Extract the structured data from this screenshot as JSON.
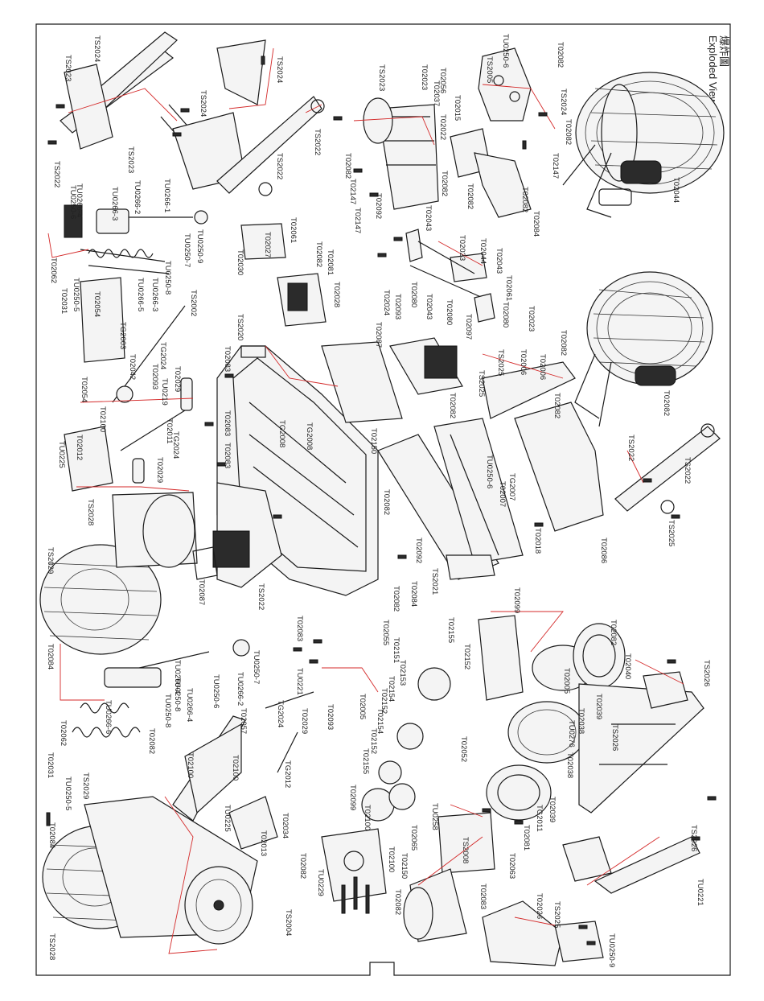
{
  "title": {
    "en": "Exploded View",
    "cn": "爆炸圖"
  },
  "colors": {
    "line": "#1a1a1a",
    "leader": "#d42a2a",
    "paper": "#ffffff"
  },
  "labels": [
    {
      "id": "l1",
      "text": "TS2024"
    },
    {
      "id": "l2",
      "text": "TS2023"
    },
    {
      "id": "l3",
      "text": "TS2023"
    },
    {
      "id": "l4",
      "text": "TS2022"
    },
    {
      "id": "l5",
      "text": "TS2024"
    },
    {
      "id": "l6",
      "text": "TS2024"
    },
    {
      "id": "l7",
      "text": "TS2022"
    },
    {
      "id": "l8",
      "text": "TS2022"
    },
    {
      "id": "l9",
      "text": "TU0250-9"
    },
    {
      "id": "l10",
      "text": "TU0266-1"
    },
    {
      "id": "l11",
      "text": "TU0266-2"
    },
    {
      "id": "l12",
      "text": "TU0266-3"
    },
    {
      "id": "l13",
      "text": "TU0266-4"
    },
    {
      "id": "l14",
      "text": "TU0250-6"
    },
    {
      "id": "l15",
      "text": "TU0250-7"
    },
    {
      "id": "l16",
      "text": "TU0250-8"
    },
    {
      "id": "l17",
      "text": "T02062"
    },
    {
      "id": "l18",
      "text": "T02031"
    },
    {
      "id": "l19",
      "text": "TU0250-5"
    },
    {
      "id": "l20",
      "text": "TU0266-5"
    },
    {
      "id": "l21",
      "text": "TU0266-3"
    },
    {
      "id": "l22",
      "text": "T02054"
    },
    {
      "id": "l23",
      "text": "TG2003"
    },
    {
      "id": "l24",
      "text": "TS2002"
    },
    {
      "id": "l25",
      "text": "TG2024"
    },
    {
      "id": "l26",
      "text": "T02029"
    },
    {
      "id": "l27",
      "text": "T02042"
    },
    {
      "id": "l28",
      "text": "T02093"
    },
    {
      "id": "l29",
      "text": "TU0219"
    },
    {
      "id": "l30",
      "text": "T02054"
    },
    {
      "id": "l31",
      "text": "T02100"
    },
    {
      "id": "l32",
      "text": "T02012"
    },
    {
      "id": "l33",
      "text": "TU0225"
    },
    {
      "id": "l34",
      "text": "T02011"
    },
    {
      "id": "l35",
      "text": "TG2024"
    },
    {
      "id": "l36",
      "text": "T02029"
    },
    {
      "id": "l37",
      "text": "TS2028"
    },
    {
      "id": "l38",
      "text": "TS2029"
    },
    {
      "id": "l39",
      "text": "T02084"
    },
    {
      "id": "l40",
      "text": "T02027"
    },
    {
      "id": "l41",
      "text": "T02061"
    },
    {
      "id": "l42",
      "text": "T02030"
    },
    {
      "id": "l43",
      "text": "T02081"
    },
    {
      "id": "l44",
      "text": "T02082"
    },
    {
      "id": "l45",
      "text": "T02028"
    },
    {
      "id": "l46",
      "text": "TS2020"
    },
    {
      "id": "l47",
      "text": "T02083"
    },
    {
      "id": "l48",
      "text": "TG2008"
    },
    {
      "id": "l49",
      "text": "TG2008"
    },
    {
      "id": "l50",
      "text": "T02083"
    },
    {
      "id": "l51",
      "text": "T02083"
    },
    {
      "id": "l52",
      "text": "T02087"
    },
    {
      "id": "l53",
      "text": "TS2022"
    },
    {
      "id": "l54",
      "text": "T02023"
    },
    {
      "id": "l55",
      "text": "T02056"
    },
    {
      "id": "l56",
      "text": "T02037"
    },
    {
      "id": "l57",
      "text": "T02015"
    },
    {
      "id": "l58",
      "text": "TS2023"
    },
    {
      "id": "l59",
      "text": "T02022"
    },
    {
      "id": "l60",
      "text": "T02082"
    },
    {
      "id": "l61",
      "text": "T02147"
    },
    {
      "id": "l62",
      "text": "T02147"
    },
    {
      "id": "l63",
      "text": "T02082"
    },
    {
      "id": "l64",
      "text": "T02092"
    },
    {
      "id": "l65",
      "text": "T02082"
    },
    {
      "id": "l66",
      "text": "TS2005"
    },
    {
      "id": "l67",
      "text": "TU0250-6"
    },
    {
      "id": "l68",
      "text": "T02082"
    },
    {
      "id": "l69",
      "text": "TS2024"
    },
    {
      "id": "l70",
      "text": "T02082"
    },
    {
      "id": "l71",
      "text": "T02147"
    },
    {
      "id": "l72",
      "text": "T02082"
    },
    {
      "id": "l73",
      "text": "T02084"
    },
    {
      "id": "l74",
      "text": "T02044"
    },
    {
      "id": "l75",
      "text": "T02043"
    },
    {
      "id": "l76",
      "text": "T02023"
    },
    {
      "id": "l77",
      "text": "T02044"
    },
    {
      "id": "l78",
      "text": "T02024"
    },
    {
      "id": "l79",
      "text": "T02093"
    },
    {
      "id": "l80",
      "text": "T02080"
    },
    {
      "id": "l81",
      "text": "T02043"
    },
    {
      "id": "l82",
      "text": "T02080"
    },
    {
      "id": "l83",
      "text": "T02043"
    },
    {
      "id": "l84",
      "text": "T02061"
    },
    {
      "id": "l85",
      "text": "T02080"
    },
    {
      "id": "l86",
      "text": "T02023"
    },
    {
      "id": "l87",
      "text": "T02097"
    },
    {
      "id": "l88",
      "text": "T02087"
    },
    {
      "id": "l89",
      "text": "T02082"
    },
    {
      "id": "l90",
      "text": "T02082"
    },
    {
      "id": "l91",
      "text": "TS2025"
    },
    {
      "id": "l92",
      "text": "T02006"
    },
    {
      "id": "l93",
      "text": "T02006"
    },
    {
      "id": "l94",
      "text": "T02082"
    },
    {
      "id": "l95",
      "text": "TS2025"
    },
    {
      "id": "l96",
      "text": "TS2022"
    },
    {
      "id": "l97",
      "text": "TS2022"
    },
    {
      "id": "l98",
      "text": "TS2025"
    },
    {
      "id": "l99",
      "text": "T02086"
    },
    {
      "id": "l100",
      "text": "TU0250-6"
    },
    {
      "id": "l101",
      "text": "TG2007"
    },
    {
      "id": "l102",
      "text": "T02007"
    },
    {
      "id": "l103",
      "text": "TS2021"
    },
    {
      "id": "l104",
      "text": "T02018"
    },
    {
      "id": "l105",
      "text": "T02082"
    },
    {
      "id": "l106",
      "text": "T02092"
    },
    {
      "id": "l107",
      "text": "T02082"
    },
    {
      "id": "l108",
      "text": "T02084"
    },
    {
      "id": "l109",
      "text": "T02082"
    },
    {
      "id": "l110",
      "text": "T02150"
    },
    {
      "id": "l111",
      "text": "T02099"
    },
    {
      "id": "l112",
      "text": "T02155"
    },
    {
      "id": "l113",
      "text": "T02152"
    },
    {
      "id": "l114",
      "text": "T02153"
    },
    {
      "id": "l115",
      "text": "T02152"
    },
    {
      "id": "l116",
      "text": "T02154"
    },
    {
      "id": "l117",
      "text": "T02154"
    },
    {
      "id": "l118",
      "text": "T02152"
    },
    {
      "id": "l119",
      "text": "T02155"
    },
    {
      "id": "l120",
      "text": "T02099"
    },
    {
      "id": "l121",
      "text": "T02100"
    },
    {
      "id": "l122",
      "text": "T02052"
    },
    {
      "id": "l123",
      "text": "TU0258"
    },
    {
      "id": "l124",
      "text": "T02065"
    },
    {
      "id": "l125",
      "text": "T02100"
    },
    {
      "id": "l126",
      "text": "T02150"
    },
    {
      "id": "l127",
      "text": "T02082"
    },
    {
      "id": "l128",
      "text": "T02082"
    },
    {
      "id": "l129",
      "text": "TU0229"
    },
    {
      "id": "l130",
      "text": "T02083"
    },
    {
      "id": "l131",
      "text": "T02083"
    },
    {
      "id": "l132",
      "text": "TU0221"
    },
    {
      "id": "l133",
      "text": "T02055"
    },
    {
      "id": "l134",
      "text": "T02151"
    },
    {
      "id": "l135",
      "text": "T02005"
    },
    {
      "id": "l136",
      "text": "T02082"
    },
    {
      "id": "l137",
      "text": "T02040"
    },
    {
      "id": "l138",
      "text": "T02005"
    },
    {
      "id": "l139",
      "text": "T02039"
    },
    {
      "id": "l140",
      "text": "T02038"
    },
    {
      "id": "l141",
      "text": "TU0276"
    },
    {
      "id": "l142",
      "text": "T02038"
    },
    {
      "id": "l143",
      "text": "T02039"
    },
    {
      "id": "l144",
      "text": "TG2011"
    },
    {
      "id": "l145",
      "text": "T02081"
    },
    {
      "id": "l146",
      "text": "T02063"
    },
    {
      "id": "l147",
      "text": "TS2008"
    },
    {
      "id": "l148",
      "text": "TS2026"
    },
    {
      "id": "l149",
      "text": "TS2026"
    },
    {
      "id": "l150",
      "text": "TS2026"
    },
    {
      "id": "l151",
      "text": "TU0221"
    },
    {
      "id": "l152",
      "text": "T02026"
    },
    {
      "id": "l153",
      "text": "TS2025"
    },
    {
      "id": "l154",
      "text": "TU0250-9"
    },
    {
      "id": "l155",
      "text": "TU0250-7"
    },
    {
      "id": "l156",
      "text": "TU0266-2"
    },
    {
      "id": "l157",
      "text": "TU0250-6"
    },
    {
      "id": "l158",
      "text": "TU0266-4"
    },
    {
      "id": "l159",
      "text": "TU0250-8"
    },
    {
      "id": "l160",
      "text": "TU0266-4"
    },
    {
      "id": "l161",
      "text": "TU0250-8"
    },
    {
      "id": "l162",
      "text": "TU0266-6"
    },
    {
      "id": "l163",
      "text": "T02082"
    },
    {
      "id": "l164",
      "text": "T02062"
    },
    {
      "id": "l165",
      "text": "T02031"
    },
    {
      "id": "l166",
      "text": "TU0250-5"
    },
    {
      "id": "l167",
      "text": "TS2029"
    },
    {
      "id": "l168",
      "text": "T02084"
    },
    {
      "id": "l169",
      "text": "TS2028"
    },
    {
      "id": "l170",
      "text": "TS2004"
    },
    {
      "id": "l171",
      "text": "T02057"
    },
    {
      "id": "l172",
      "text": "T02100"
    },
    {
      "id": "l173",
      "text": "T02100"
    },
    {
      "id": "l174",
      "text": "TU0225"
    },
    {
      "id": "l175",
      "text": "T02013"
    },
    {
      "id": "l176",
      "text": "T02034"
    },
    {
      "id": "l177",
      "text": "TG2012"
    },
    {
      "id": "l178",
      "text": "TG2024"
    },
    {
      "id": "l179",
      "text": "T02029"
    },
    {
      "id": "l180",
      "text": "T02093"
    }
  ]
}
